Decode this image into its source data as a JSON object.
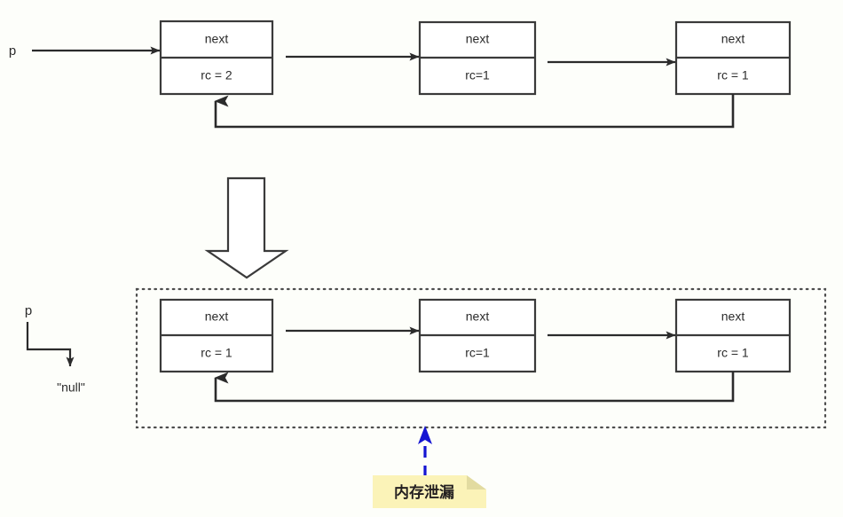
{
  "diagram": {
    "title_text": "",
    "background_color": "#fdfefa",
    "top_row": {
      "pointer_label": "p",
      "nodes": [
        {
          "next_label": "next",
          "rc_label": "rc = 2"
        },
        {
          "next_label": "next",
          "rc_label": "rc=1"
        },
        {
          "next_label": "next",
          "rc_label": "rc = 1"
        }
      ]
    },
    "transition": {
      "arrow_icon": "big-down-arrow"
    },
    "bottom_row": {
      "pointer_label": "p",
      "null_label": "\"null\"",
      "nodes": [
        {
          "next_label": "next",
          "rc_label": "rc = 1"
        },
        {
          "next_label": "next",
          "rc_label": "rc=1"
        },
        {
          "next_label": "next",
          "rc_label": "rc = 1"
        }
      ]
    },
    "annotation": {
      "note_label": "内存泄漏",
      "note_fill": "#fbf3b8",
      "arrow_color": "#1414d2"
    }
  }
}
